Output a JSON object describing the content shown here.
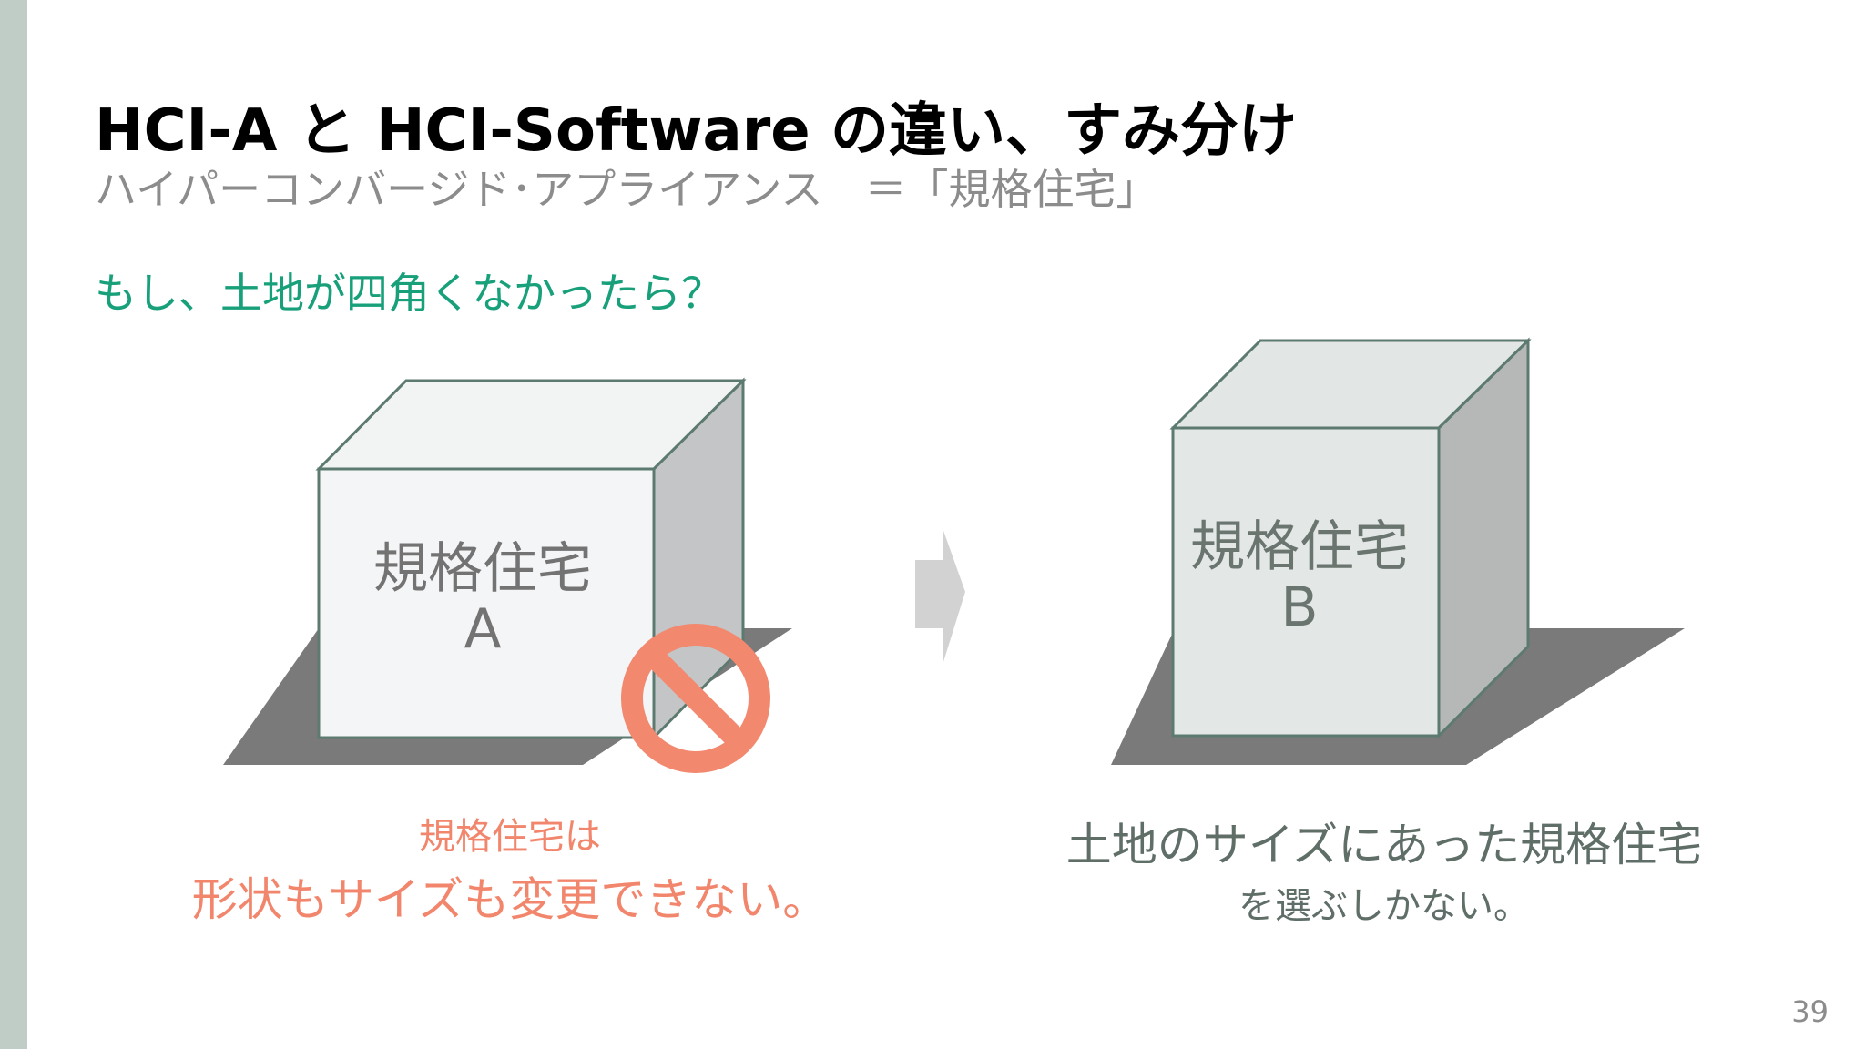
{
  "slide": {
    "title": "HCI-A と HCI-Software の違い、すみ分け",
    "subtitle": "ハイパーコンバージド･アプライアンス　＝「規格住宅」",
    "question": "もし、土地が四角くなかったら？",
    "box_a": {
      "label_line1": "規格住宅",
      "label_line2": "A"
    },
    "box_b": {
      "label_line1": "規格住宅",
      "label_line2": "B"
    },
    "caption_a": {
      "line1": "規格住宅は",
      "line2": "形状もサイズも変更できない。"
    },
    "caption_b": {
      "line1": "土地のサイズにあった規格住宅",
      "line2": "を選ぶしかない。"
    },
    "page_number": "39",
    "icons": {
      "prohibited": "prohibited-icon",
      "arrow": "arrow-right-icon"
    },
    "colors": {
      "accent_green": "#17a07a",
      "warning_orange": "#f2866c",
      "sidebar": "#c0cdc7"
    }
  }
}
